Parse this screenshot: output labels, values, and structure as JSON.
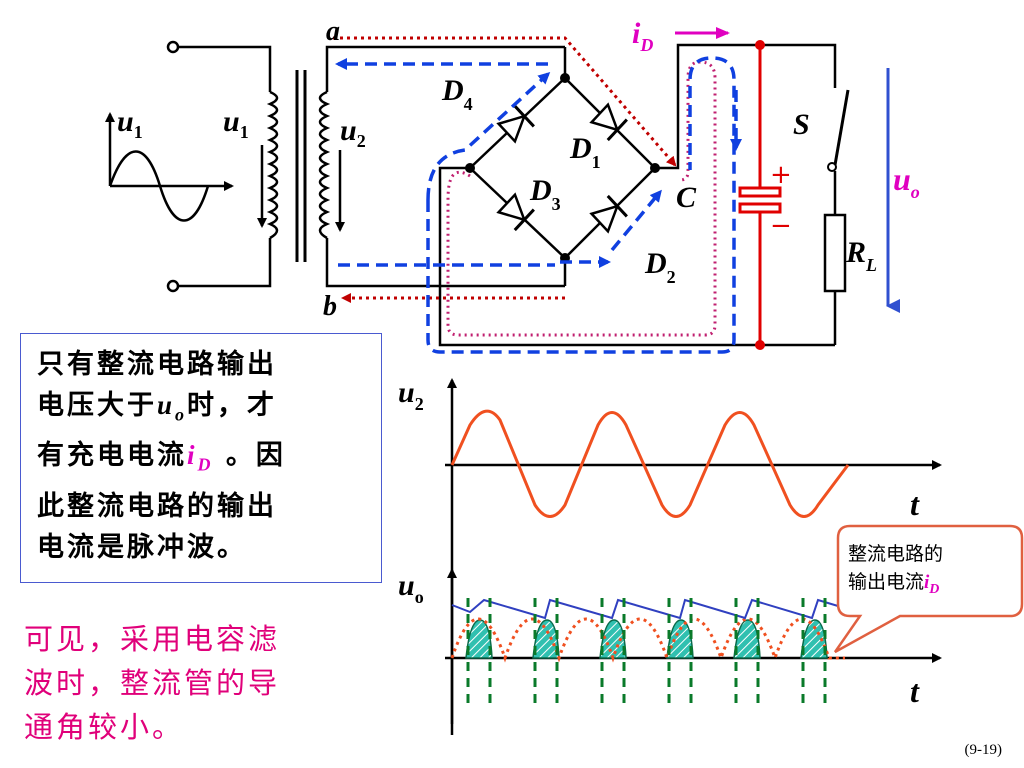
{
  "circuit": {
    "node_a": "a",
    "node_b": "b",
    "node_C": "C",
    "u1_source": "u",
    "u1_source_sub": "1",
    "u1_primary": "u",
    "u1_primary_sub": "1",
    "u2_secondary": "u",
    "u2_secondary_sub": "2",
    "d1": "D",
    "d1_sub": "1",
    "d2": "D",
    "d2_sub": "2",
    "d3": "D",
    "d3_sub": "3",
    "d4": "D",
    "d4_sub": "4",
    "id_label": "i",
    "id_sub": "D",
    "switch": "S",
    "load": "R",
    "load_sub": "L",
    "uo": "u",
    "uo_sub": "o",
    "cap_plus": "+",
    "cap_minus": "−"
  },
  "note": {
    "line1": "只有整流电路输出",
    "line2_a": "电压大于",
    "line2_var": "u",
    "line2_sub": "o",
    "line2_b": "时，才",
    "line3_a": "有充电电流",
    "line3_var": "i",
    "line3_sub": "D",
    "line3_b": " 。因",
    "line4": "此整流电路的输出",
    "line5": "电流是脉冲波。"
  },
  "conclusion": {
    "line1": "可见，采用电容滤",
    "line2": "波时，整流管的导",
    "line3": "通角较小。"
  },
  "graph_u2": {
    "ylabel": "u",
    "ylabel_sub": "2",
    "xlabel": "t"
  },
  "graph_uo": {
    "ylabel": "u",
    "ylabel_sub": "o",
    "xlabel": "t"
  },
  "callout": {
    "line1": "整流电路的",
    "line2_a": "输出电流",
    "line2_var": "i",
    "line2_sub": "D"
  },
  "page_number": "(9-19)",
  "colors": {
    "u2_wave": "#f05020",
    "capacitor": "#e00000",
    "current_arrow": "#e000c0",
    "uo_arrow": "#3050d0",
    "dashed_path": "#1040e0",
    "dotted_path": "#c00000",
    "pulse_fill": "#30c0b0",
    "discharge_line": "#3040c0"
  }
}
